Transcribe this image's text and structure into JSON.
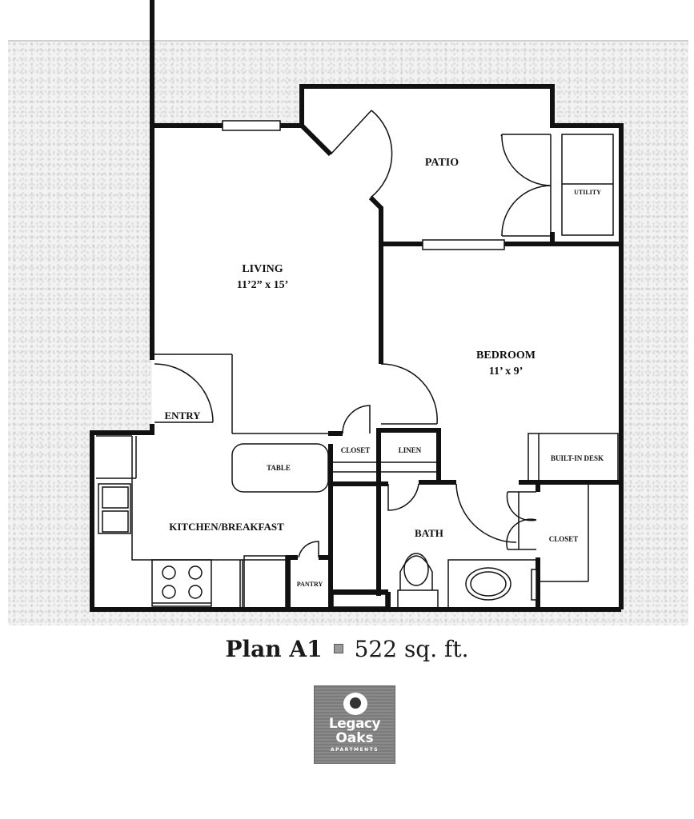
{
  "plan": {
    "name": "Plan A1",
    "area": "522 sq. ft.",
    "separator_icon": "square-bullet-icon"
  },
  "rooms": {
    "patio": {
      "label": "PATIO"
    },
    "utility": {
      "label": "UTILITY"
    },
    "living": {
      "label": "LIVING",
      "dims": "11’2” x 15’"
    },
    "bedroom": {
      "label": "BEDROOM",
      "dims": "11’ x 9’"
    },
    "entry": {
      "label": "ENTRY"
    },
    "table": {
      "label": "TABLE"
    },
    "closet_hall": {
      "label": "CLOSET"
    },
    "linen": {
      "label": "LINEN"
    },
    "built_in_desk": {
      "label": "BUILT-IN DESK"
    },
    "kitchen": {
      "label": "KITCHEN/BREAKFAST"
    },
    "bath": {
      "label": "BATH"
    },
    "closet_bedroom": {
      "label": "CLOSET"
    },
    "pantry": {
      "label": "PANTRY"
    }
  },
  "logo": {
    "line1": "Legacy",
    "line2": "Oaks",
    "line3": "APARTMENTS",
    "icon": "oak-tree-icon"
  },
  "colors": {
    "wall": "#111111",
    "background": "#f2f2f2",
    "logo_bg": "#808080"
  }
}
